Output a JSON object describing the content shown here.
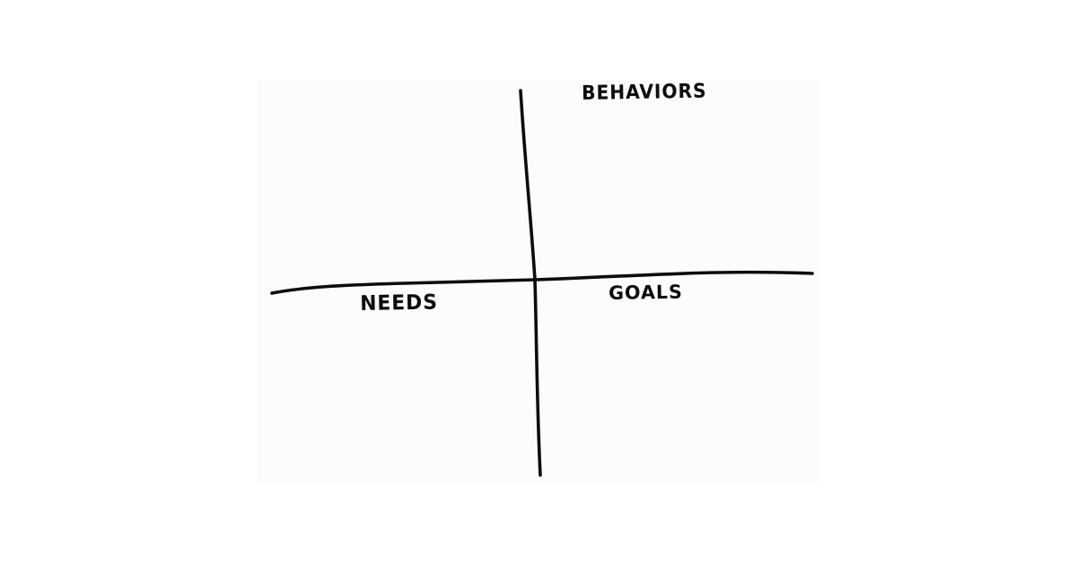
{
  "diagram": {
    "type": "quadrant-sketch",
    "colors": {
      "background": "#ffffff",
      "paper": "#fcfcfc",
      "ink": "#0d0d0d"
    },
    "labels": {
      "top_right": "BEHAVIORS",
      "bottom_left": "NEEDS",
      "bottom_right": "GOALS"
    },
    "axes": {
      "vertical": {
        "from": [
          580,
          100
        ],
        "mid": [
          596,
          312
        ],
        "to": [
          602,
          530
        ]
      },
      "horizontal": {
        "from": [
          303,
          327
        ],
        "mid": [
          597,
          312
        ],
        "to": [
          905,
          305
        ]
      }
    }
  }
}
